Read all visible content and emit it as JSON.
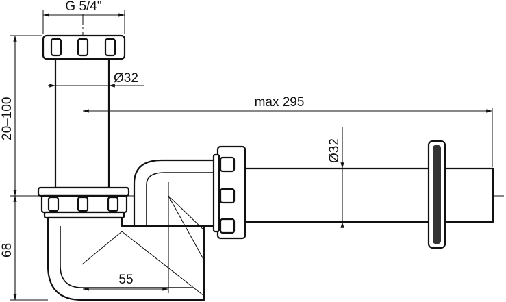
{
  "diagram": {
    "labels": {
      "thread": "G 5/4\"",
      "diameter_vertical": "Ø32",
      "max_length": "max 295",
      "diameter_horizontal": "Ø32",
      "height_range": "20–100",
      "height_lower": "68",
      "offset": "55"
    }
  }
}
